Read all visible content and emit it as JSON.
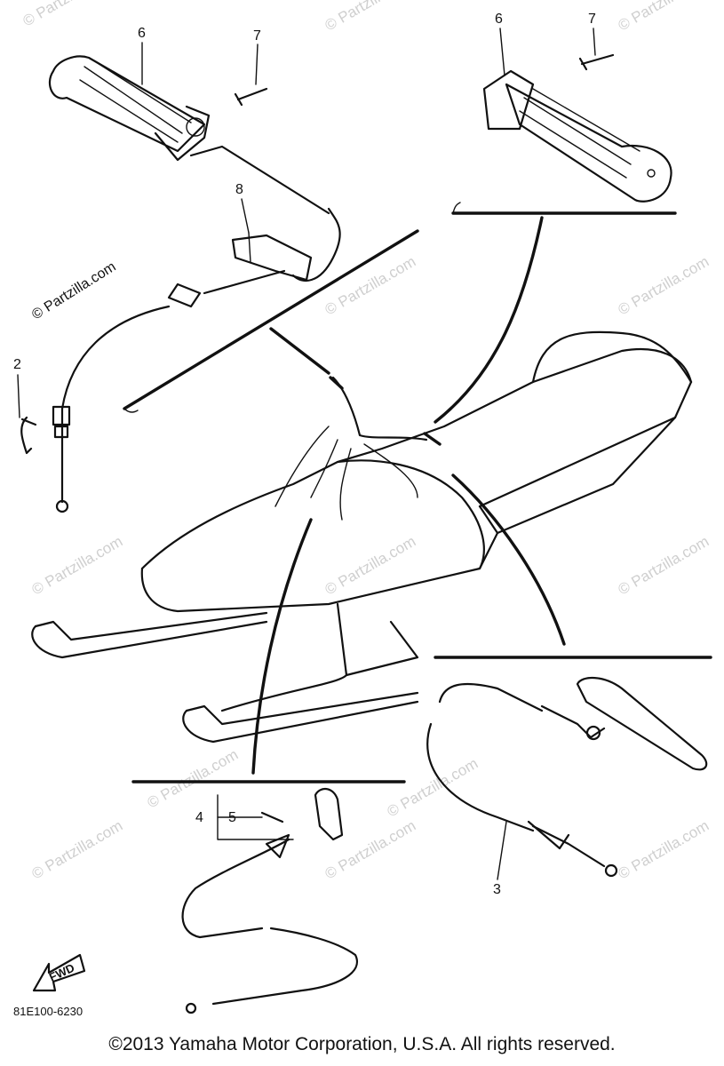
{
  "diagram": {
    "callouts": [
      "6",
      "7",
      "6",
      "7",
      "8",
      "2",
      "4",
      "5",
      "3"
    ],
    "fwd_label": "FWD",
    "diagram_code": "81E100-6230",
    "watermark_text": "© Partzilla.com",
    "watermarks": [
      "© Partzilla.com",
      "© Partzilla.com",
      "© Partzilla.com",
      "© Partzilla.com",
      "© Partzilla.com",
      "© Partzilla.com",
      "© Partzilla.com",
      "© Partzilla.com",
      "© Partzilla.com",
      "© Partzilla.com",
      "© Partzilla.com",
      "© Partzilla.com",
      "© Partzilla.com"
    ]
  },
  "footer": {
    "copyright": "©2013 Yamaha Motor Corporation, U.S.A. All rights reserved."
  }
}
